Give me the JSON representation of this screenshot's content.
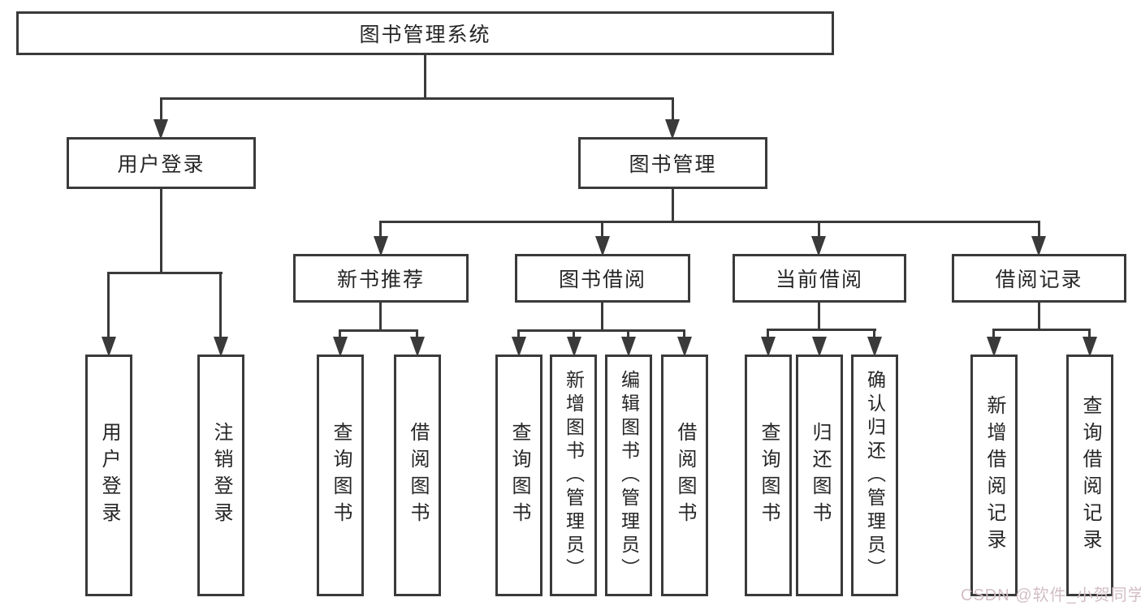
{
  "nodes": {
    "root": "图书管理系统",
    "level2": {
      "user_login": "用户登录",
      "book_mgmt": "图书管理"
    },
    "level3": {
      "new_books": "新书推荐",
      "book_borrow": "图书借阅",
      "current_borrow": "当前借阅",
      "borrow_records": "借阅记录"
    },
    "leaves": {
      "user_login": [
        "用户登录",
        "注销登录"
      ],
      "new_books": [
        "查询图书",
        "借阅图书"
      ],
      "book_borrow": [
        "查询图书",
        "新增图书（管理员）",
        "编辑图书（管理员）",
        "借阅图书"
      ],
      "current_borrow": [
        "查询图书",
        "归还图书",
        "确认归还（管理员）"
      ],
      "borrow_records": [
        "新增借阅记录",
        "查询借阅记录"
      ]
    }
  },
  "watermark": "CSDN @软件_小贺同学",
  "colors": {
    "line": "#3a3a3a",
    "box_border": "#3a3a3a",
    "box_fill": "#ffffff",
    "text": "#262626",
    "background": "#ffffff",
    "watermark": "#d2bec6"
  }
}
